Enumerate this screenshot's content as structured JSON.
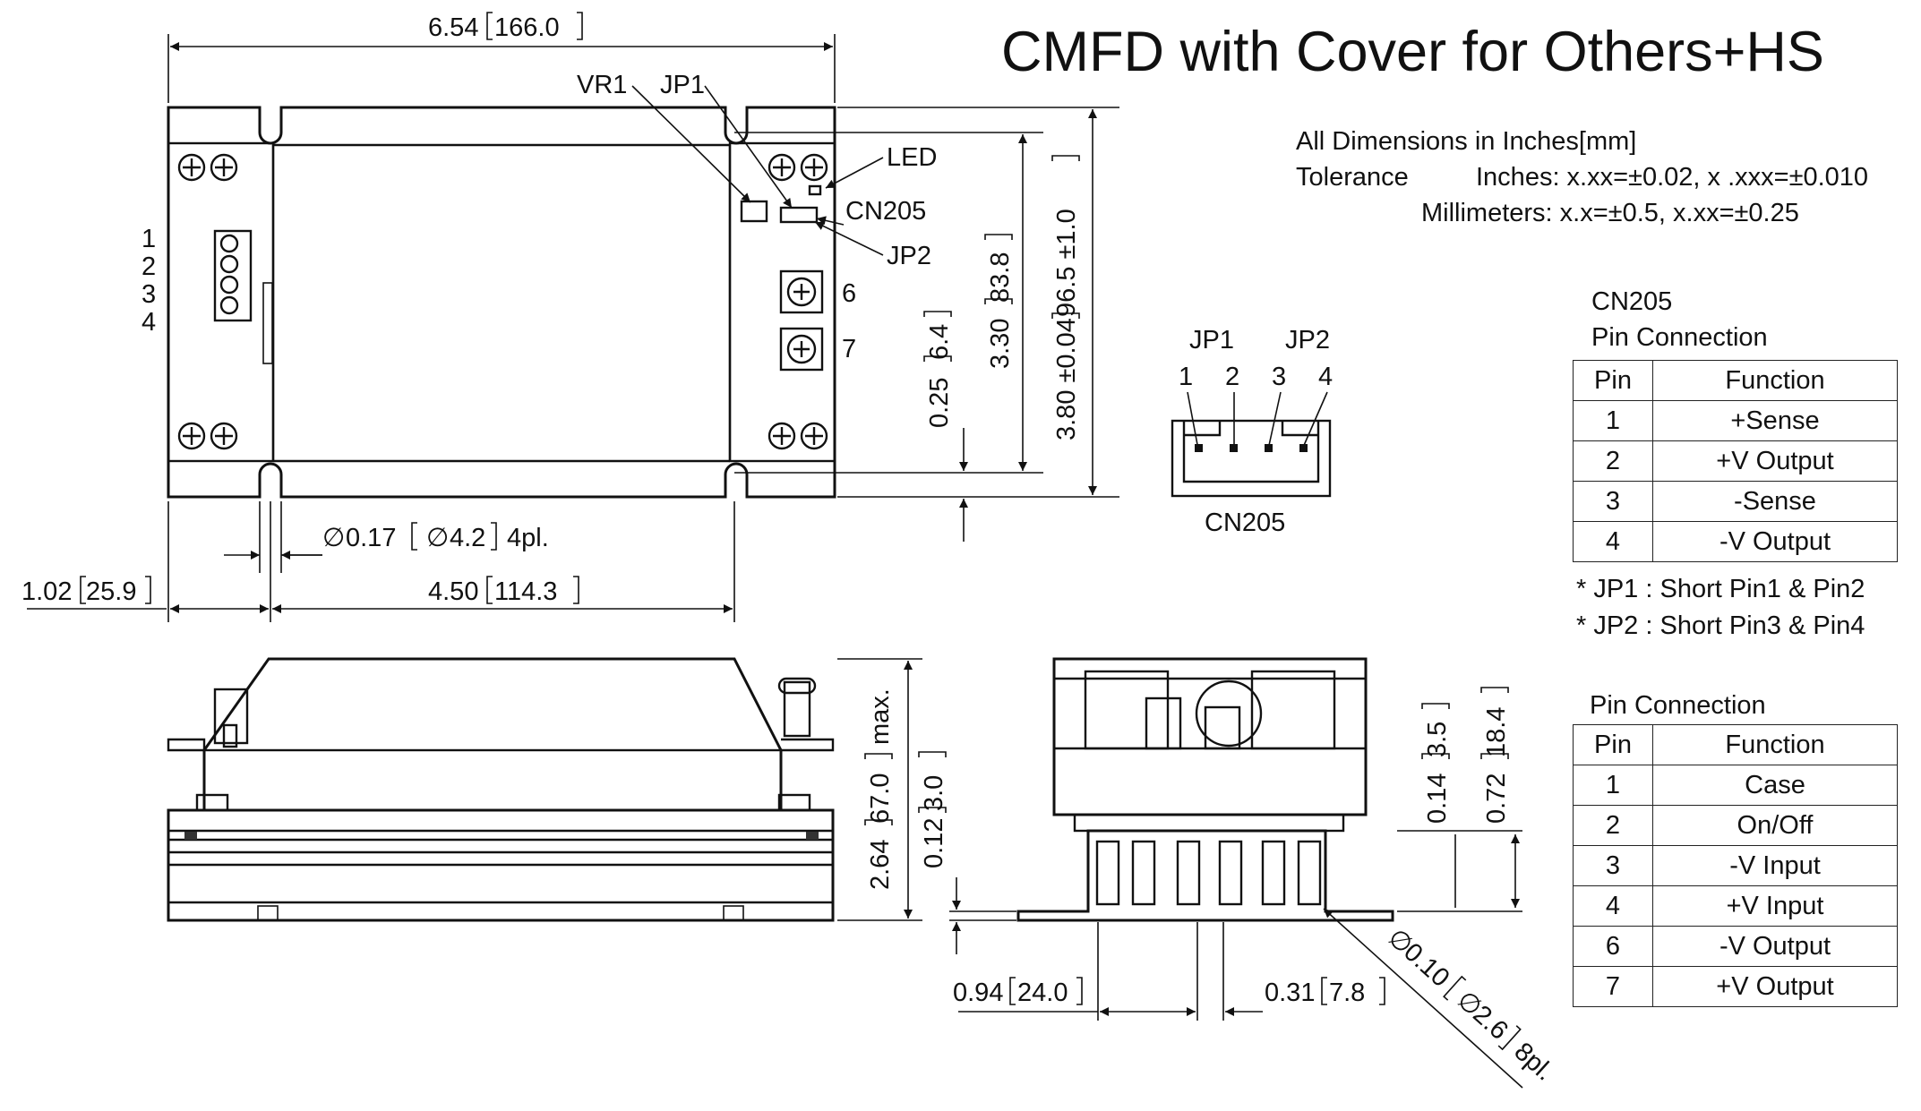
{
  "title": "CMFD with Cover for Others+HS",
  "notes": {
    "line1": "All Dimensions in Inches[mm]",
    "tolerance_label": "Tolerance",
    "tolerance_inches": "Inches: x.xx=±0.02, x .xxx=±0.010",
    "tolerance_mm": "Millimeters: x.x=±0.5, x.xx=±0.25"
  },
  "top_view": {
    "width_in": "6.54",
    "width_mm": "166.0",
    "pitch_in": "4.50",
    "pitch_mm": "114.3",
    "offset_in": "1.02",
    "offset_mm": "25.9",
    "hole_in": "0.17",
    "hole_mm": "4.2",
    "hole_count": "4pl.",
    "height_in": "3.80 ±0.04",
    "height_mm": "96.5 ±1.0",
    "hole_pitch_in": "3.30",
    "hole_pitch_mm": "83.8",
    "hole_offset_in": "0.25",
    "hole_offset_mm": "6.4",
    "labels": {
      "vr1": "VR1",
      "jp1": "JP1",
      "led": "LED",
      "cn205": "CN205",
      "jp2": "JP2",
      "t6": "6",
      "t7": "7"
    },
    "input_pins": [
      "1",
      "2",
      "3",
      "4"
    ]
  },
  "connector": {
    "jp1": "JP1",
    "jp2": "JP2",
    "pins": [
      "1",
      "2",
      "3",
      "4"
    ],
    "name": "CN205"
  },
  "side_view": {
    "height_in": "2.64",
    "height_mm": "67.0",
    "suffix": "max."
  },
  "end_view": {
    "base_in": "0.12",
    "base_mm": "3.0",
    "fin_in": "0.14",
    "fin_mm": "3.5",
    "rail_in": "0.72",
    "rail_mm": "18.4",
    "spacing_in": "0.94",
    "spacing_mm": "24.0",
    "gap_in": "0.31",
    "gap_mm": "7.8",
    "hole_in": "0.10",
    "hole_mm": "2.6",
    "hole_count": "8pl."
  },
  "cn205_table": {
    "caption1": "CN205",
    "caption2": "Pin Connection",
    "headers": [
      "Pin",
      "Function"
    ],
    "rows": [
      [
        "1",
        "+Sense"
      ],
      [
        "2",
        "+V Output"
      ],
      [
        "3",
        "-Sense"
      ],
      [
        "4",
        "-V Output"
      ]
    ]
  },
  "jumper_notes": [
    "* JP1 : Short Pin1 & Pin2",
    "* JP2 : Short Pin3 & Pin4"
  ],
  "pin_table": {
    "caption": "Pin Connection",
    "headers": [
      "Pin",
      "Function"
    ],
    "rows": [
      [
        "1",
        "Case"
      ],
      [
        "2",
        "On/Off"
      ],
      [
        "3",
        "-V Input"
      ],
      [
        "4",
        "+V Input"
      ],
      [
        "6",
        "-V Output"
      ],
      [
        "7",
        "+V Output"
      ]
    ]
  }
}
